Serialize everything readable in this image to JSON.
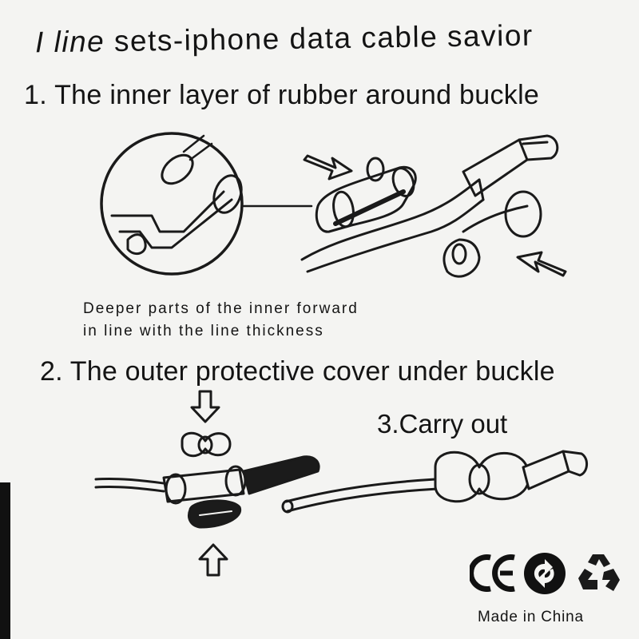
{
  "header": {
    "brand": "I line",
    "title_rest": "sets-iphone data cable savior"
  },
  "steps": {
    "step1": "1. The inner layer of rubber around buckle",
    "note_line1": "Deeper parts of the inner forward",
    "note_line2": "in line with the line thickness",
    "step2": "2. The outer protective cover under buckle",
    "step3": "3.Carry out"
  },
  "footer": {
    "ce_mark": "CE",
    "made_in": "Made in China"
  },
  "icons": [
    "ce-mark-icon",
    "recycle-circle-icon",
    "recycle-triangle-icon",
    "arrow-down-icon",
    "arrow-up-icon",
    "diagonal-arrow-icon"
  ]
}
